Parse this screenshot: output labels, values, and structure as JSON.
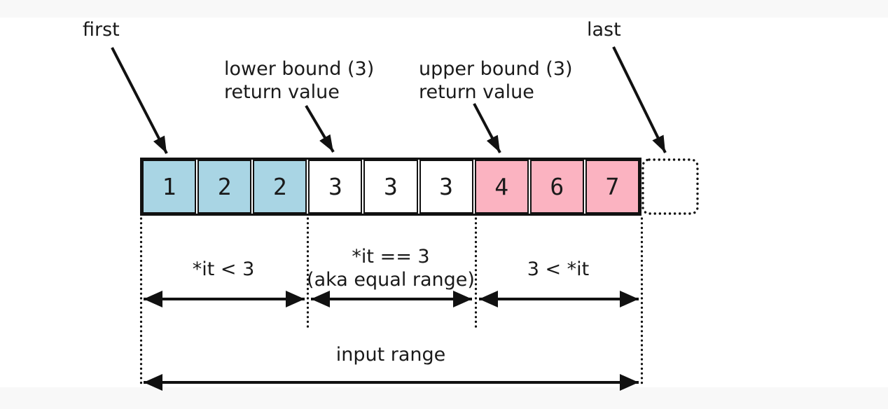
{
  "colors": {
    "page_bg": "#f8f8f8",
    "canvas": "#ffffff",
    "line": "#111111",
    "text": "#1a1a1a",
    "cell_blue": "#a9d5e4",
    "cell_white": "#ffffff",
    "cell_pink": "#fbb3c1"
  },
  "pointers": {
    "first": "first",
    "last": "last",
    "lower_bound": {
      "line1": "lower bound (3)",
      "line2": "return value"
    },
    "upper_bound": {
      "line1": "upper bound (3)",
      "line2": "return value"
    }
  },
  "array": {
    "cells": [
      "1",
      "2",
      "2",
      "3",
      "3",
      "3",
      "4",
      "6",
      "7"
    ]
  },
  "regions": {
    "less": "*it < 3",
    "equal_line1": "*it == 3",
    "equal_line2": "(aka equal range)",
    "greater": "3 < *it"
  },
  "input_range_label": "input range"
}
